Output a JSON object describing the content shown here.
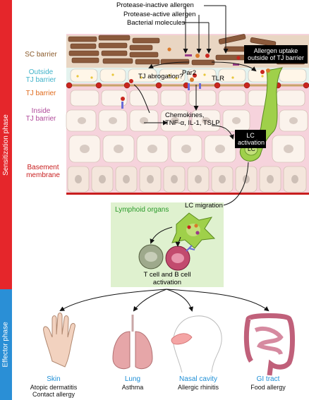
{
  "phases": {
    "sensitization": "Sensitization phase",
    "effector": "Effector phase"
  },
  "colors": {
    "sensitization_bar": "#e5262b",
    "effector_bar": "#2a8fd6",
    "sc_label": "#8a5a2b",
    "outside_tj_label": "#3fb2c9",
    "tj_label": "#e06a1b",
    "inside_tj_label": "#b04a9a",
    "basement_label": "#c81e1e",
    "lymphoid_label": "#2b9a2b",
    "organ_title": "#1f8fd6"
  },
  "layers": {
    "sc_barrier": "SC barrier",
    "outside_tj_line1": "Outside",
    "outside_tj_line2": "TJ barrier",
    "tj_barrier": "TJ barrier",
    "inside_tj_line1": "Inside",
    "inside_tj_line2": "TJ barrier",
    "basement_line1": "Basement",
    "basement_line2": "membrane"
  },
  "annotations": {
    "protease_inactive": "Protease-inactive allergen",
    "protease_active": "Protease-active allergen",
    "bacterial_molecules": "Bacterial molecules",
    "tj_abrogation": "TJ abrogation?",
    "par2": "Par2",
    "tlr": "TLR",
    "chemokines_line1": "Chemokines,",
    "chemokines_line2": "TNF-α, IL-1, TSLP",
    "lc": "LC",
    "lc_migration": "LC migration",
    "lymphoid_organs": "Lymphoid organs",
    "tb_activation_line1": "T cell and B cell",
    "tb_activation_line2": "activation"
  },
  "callouts": {
    "allergen_uptake_line1": "Allergen uptake",
    "allergen_uptake_line2": "outside of TJ barrier",
    "lc_activation_line1": "LC",
    "lc_activation_line2": "activation"
  },
  "organs": [
    {
      "name": "Skin",
      "desc_line1": "Atopic dermatitis",
      "desc_line2": "Contact allergy",
      "icon": "hand-icon"
    },
    {
      "name": "Lung",
      "desc_line1": "Asthma",
      "desc_line2": "",
      "icon": "lungs-icon"
    },
    {
      "name": "Nasal cavity",
      "desc_line1": "Allergic rhinitis",
      "desc_line2": "",
      "icon": "head-nose-icon"
    },
    {
      "name": "GI tract",
      "desc_line1": "Food allergy",
      "desc_line2": "",
      "icon": "intestine-icon"
    }
  ]
}
